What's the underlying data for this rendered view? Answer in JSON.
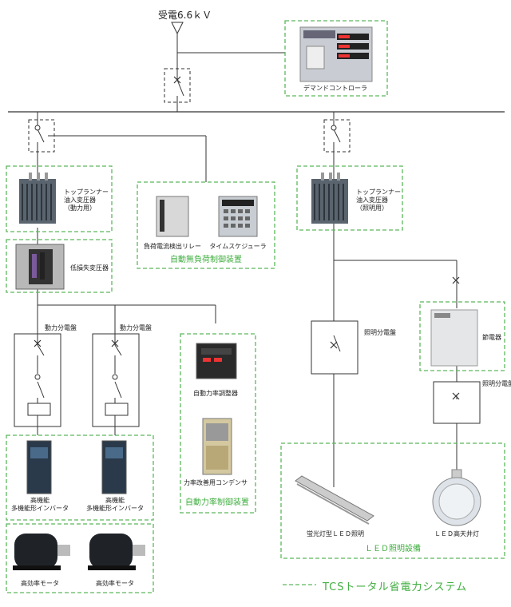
{
  "title": "受電6.6ｋＶ",
  "colors": {
    "green": "#4caf50",
    "line": "#333333"
  },
  "labels": {
    "demand": "デマンドコントローラ",
    "trafo_power": "トップランナー\n油入変圧器\n（動力用）",
    "trafo_light": "トップランナー\n油入変圧器\n（照明用）",
    "low_loss": "低損失変圧器",
    "load_relay": "負荷電流検出リレー",
    "time_sched": "タイムスケジューラ",
    "auto_noload": "自動無負荷制御装置",
    "power_panel1": "動力分電盤",
    "power_panel2": "動力分電盤",
    "light_panel": "照明分電盤",
    "saver": "節電器",
    "light_panel2": "照明分電盤",
    "pf_regulator": "自動力率調整器",
    "capacitor": "力率改善用コンデンサ",
    "auto_pf": "自動力率制御装置",
    "inverter1": "高機能\n多機能形インバータ",
    "inverter2": "高機能\n多機能形インバータ",
    "motor1": "高効率モータ",
    "motor2": "高効率モータ",
    "led_tube": "蛍光灯型ＬＥＤ照明",
    "led_high": "ＬＥＤ高天井灯",
    "led_equip": "ＬＥＤ照明設備"
  },
  "legend": "TCSトータル省電力システム"
}
